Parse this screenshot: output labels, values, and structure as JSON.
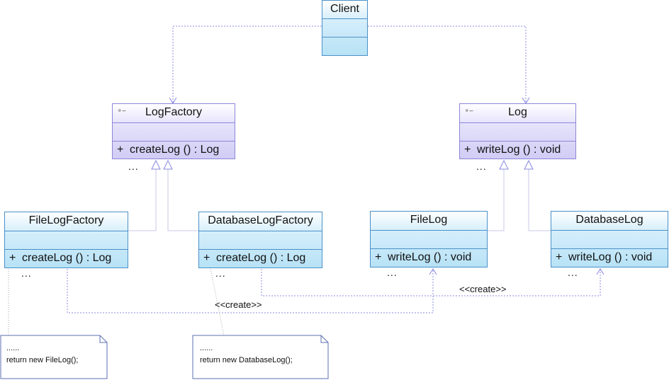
{
  "classes": {
    "client": {
      "name": "Client"
    },
    "log_factory": {
      "name": "LogFactory",
      "operation": "createLog () : Log",
      "visibility": "+",
      "icon": "interface-icon"
    },
    "log": {
      "name": "Log",
      "operation": "writeLog () : void",
      "visibility": "+",
      "icon": "interface-icon"
    },
    "file_log_factory": {
      "name": "FileLogFactory",
      "operation": "createLog () : Log",
      "visibility": "+"
    },
    "database_log_factory": {
      "name": "DatabaseLogFactory",
      "operation": "createLog () : Log",
      "visibility": "+"
    },
    "file_log": {
      "name": "FileLog",
      "operation": "writeLog () : void",
      "visibility": "+"
    },
    "database_log": {
      "name": "DatabaseLog",
      "operation": "writeLog () : void",
      "visibility": "+"
    }
  },
  "ellipsis": "...",
  "stereotypes": {
    "create_left": "<<create>>",
    "create_right": "<<create>>"
  },
  "notes": {
    "file_log_factory_note": {
      "line1": "......",
      "line2": "return new FileLog();"
    },
    "database_log_factory_note": {
      "line1": "......",
      "line2": "return new DatabaseLog();"
    }
  },
  "colors": {
    "concrete_class": "#b7e2f6",
    "interface": "#d0ccf5",
    "connector": "#8a88e0",
    "border_blue": "#4a90c8"
  }
}
